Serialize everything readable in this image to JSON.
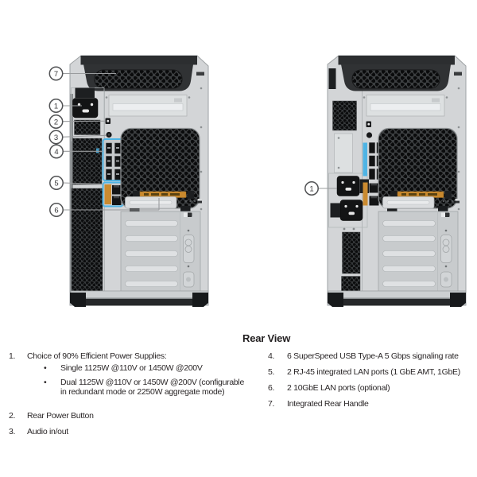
{
  "figure": {
    "left_tower": {
      "callouts": [
        "7",
        "1",
        "2",
        "3",
        "4",
        "5",
        "6"
      ]
    },
    "right_tower": {
      "callouts": [
        "1"
      ]
    }
  },
  "legend": {
    "title": "Rear View",
    "bullet_char": "•",
    "left_items": [
      {
        "num": "1.",
        "text": "Choice of 90% Efficient Power Supplies:",
        "bullets": [
          [
            "Single 1125W @110V or 1450W @200V"
          ],
          [
            "Dual 1125W @110V or 1450W @200V (configurable",
            "in redundant mode or 2250W aggregate mode)"
          ]
        ]
      },
      {
        "num": "2.",
        "text": "Rear Power Button"
      },
      {
        "num": "3.",
        "text": "Audio in/out"
      }
    ],
    "right_items": [
      {
        "num": "4.",
        "text": "6 SuperSpeed USB Type-A 5 Gbps signaling rate"
      },
      {
        "num": "5.",
        "text": "2 RJ-45 integrated LAN ports (1 GbE AMT, 1GbE)"
      },
      {
        "num": "6.",
        "text": "2 10GbE LAN ports (optional)"
      },
      {
        "num": "7.",
        "text": "Integrated Rear Handle"
      }
    ]
  },
  "colors": {
    "highlight_blue": "#4fb4e4",
    "label_orange": "#cb8b30",
    "chassis_gray": "#d3d5d7",
    "dark_trim": "#2c2e30",
    "text": "#262324",
    "leader_line": "#9a9c9e"
  }
}
